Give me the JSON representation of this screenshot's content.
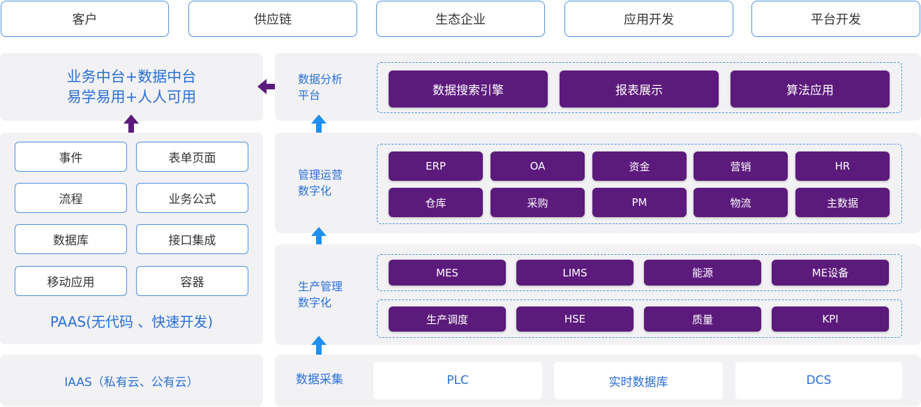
{
  "top_row": [
    "客户",
    "供应链",
    "生态企业",
    "应用开发",
    "平台开发"
  ],
  "left": {
    "headline_line1": "业务中台+数据中台",
    "headline_line2": "易学易用+人人可用",
    "paas_items": [
      "事件",
      "表单页面",
      "流程",
      "业务公式",
      "数据库",
      "接口集成",
      "移动应用",
      "容器"
    ],
    "paas_title": "PAAS(无代码 、快速开发)",
    "iaas_title": "IAAS（私有云、公有云）"
  },
  "right": {
    "analysis": {
      "label_line1": "数据分析",
      "label_line2": "平台",
      "items": [
        "数据搜索引擎",
        "报表展示",
        "算法应用"
      ]
    },
    "management": {
      "label_line1": "管理运营",
      "label_line2": "数字化",
      "row1": [
        "ERP",
        "OA",
        "资金",
        "营销",
        "HR"
      ],
      "row2": [
        "仓库",
        "采购",
        "PM",
        "物流",
        "主数据"
      ]
    },
    "production": {
      "label_line1": "生产管理",
      "label_line2": "数字化",
      "row1": [
        "MES",
        "LIMS",
        "能源",
        "ME设备"
      ],
      "row2": [
        "生产调度",
        "HSE",
        "质量",
        "KPI"
      ]
    },
    "collection": {
      "label": "数据采集",
      "items": [
        "PLC",
        "实时数据库",
        "DCS"
      ]
    }
  },
  "colors": {
    "accent_blue": "#4a90e2",
    "text_blue": "#2a6fd6",
    "purple": "#5c1a7c",
    "panel_gray": "#f2f2f4"
  }
}
